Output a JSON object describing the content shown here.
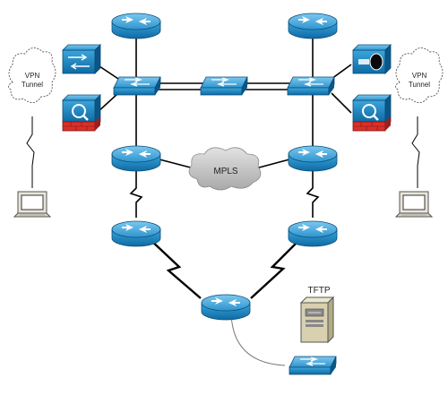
{
  "labels": {
    "vpn_left_line1": "VPN",
    "vpn_left_line2": "Tunnel",
    "vpn_right_line1": "VPN",
    "vpn_right_line2": "Tunnel",
    "mpls": "MPLS",
    "tftp": "TFTP"
  },
  "colors": {
    "device_blue": "#1f8fc9",
    "device_blue_dark": "#0f5e8f",
    "device_blue_light": "#5ab7e6",
    "firewall_red": "#d9302a",
    "link": "#000000",
    "cloud": "#c8c8c8",
    "server": "#d8d0ae"
  },
  "icons": [
    "router-icon",
    "switch-icon",
    "firewall-icon",
    "vpn-concentrator-icon",
    "cloud-icon",
    "computer-icon",
    "server-icon"
  ]
}
